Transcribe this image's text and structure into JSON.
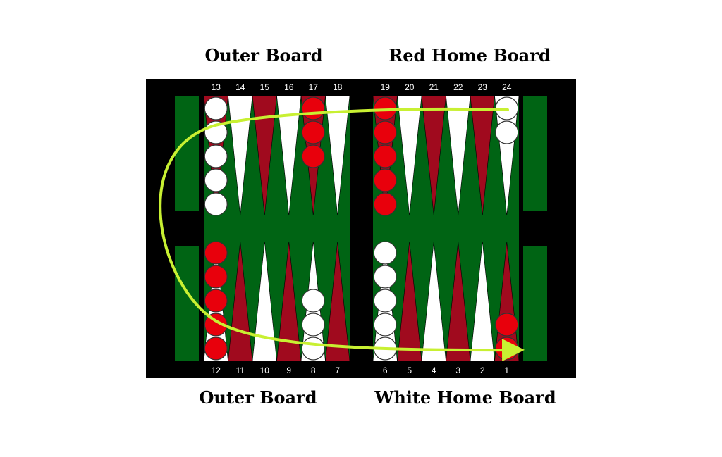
{
  "labels": {
    "top_left": "Outer Board",
    "top_right": "Red Home Board",
    "bottom_left": "Outer Board",
    "bottom_right": "White Home Board"
  },
  "colors": {
    "frame": "#000000",
    "felt": "#006414",
    "red_point": "#a00a1e",
    "white_point": "#ffffff",
    "red_checker": "#e8000c",
    "white_checker": "#ffffff",
    "arrow": "#c8f032"
  },
  "top_points": [
    "13",
    "14",
    "15",
    "16",
    "17",
    "18",
    "19",
    "20",
    "21",
    "22",
    "23",
    "24"
  ],
  "bottom_points": [
    "12",
    "11",
    "10",
    "9",
    "8",
    "7",
    "6",
    "5",
    "4",
    "3",
    "2",
    "1"
  ],
  "checkers": [
    {
      "point": 13,
      "color": "white",
      "count": 5
    },
    {
      "point": 17,
      "color": "red",
      "count": 3
    },
    {
      "point": 19,
      "color": "red",
      "count": 5
    },
    {
      "point": 24,
      "color": "white",
      "count": 2
    },
    {
      "point": 12,
      "color": "red",
      "count": 5
    },
    {
      "point": 8,
      "color": "white",
      "count": 3
    },
    {
      "point": 6,
      "color": "white",
      "count": 5
    },
    {
      "point": 1,
      "color": "red",
      "count": 2
    }
  ]
}
